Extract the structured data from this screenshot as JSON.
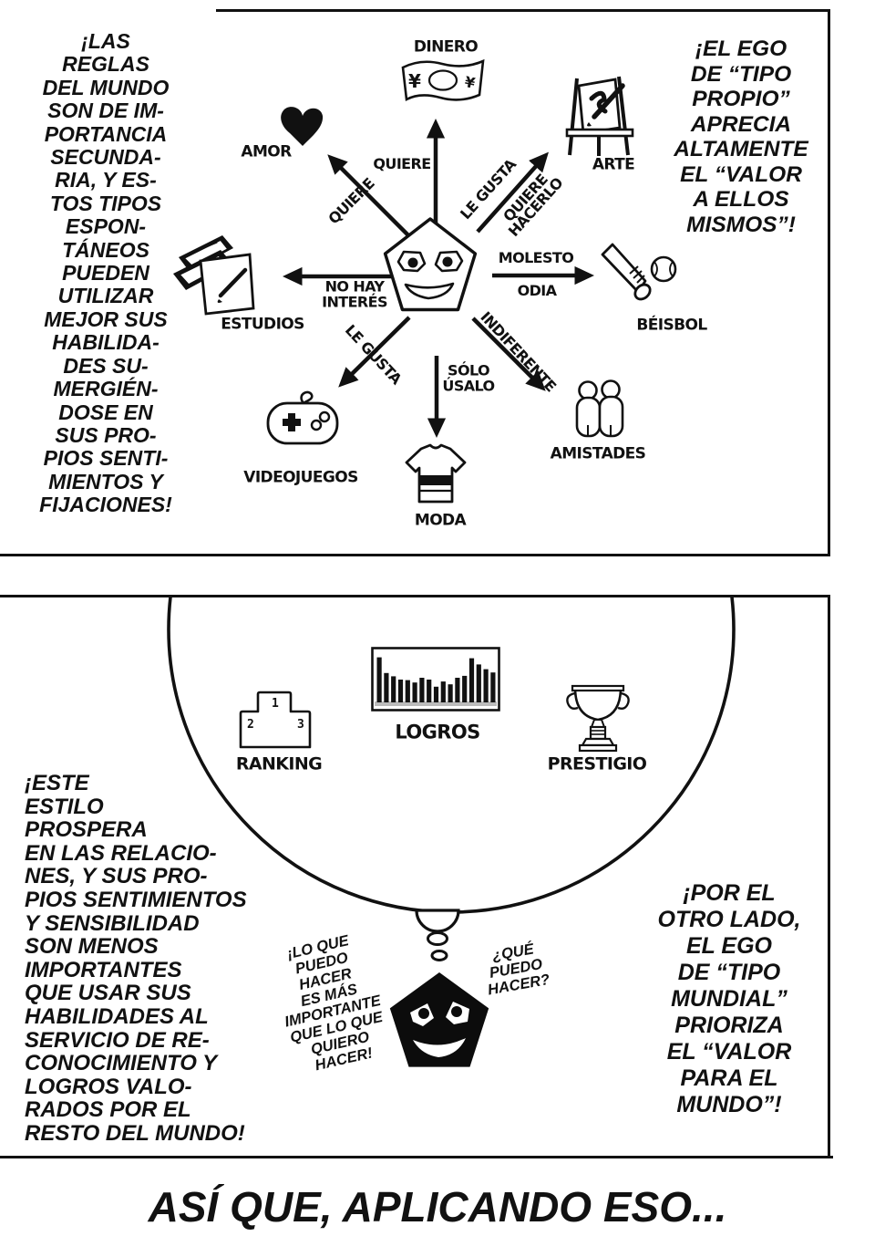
{
  "page": {
    "caption": "ASÍ QUE, APLICANDO ESO...",
    "ink": "#111111",
    "paper": "#ffffff"
  },
  "panel1": {
    "narration_left": [
      "¡LAS",
      "REGLAS",
      "DEL MUNDO",
      "SON DE IM-",
      "PORTANCIA",
      "SECUNDA-",
      "RIA, Y ES-",
      "TOS TIPOS",
      "ESPON-",
      "TÁNEOS",
      "PUEDEN",
      "UTILIZAR",
      "MEJOR SUS",
      "HABILIDA-",
      "DES SU-",
      "MERGIÉN-",
      "DOSE EN",
      "SUS PRO-",
      "PIOS SENTI-",
      "MIENTOS Y",
      "FIJACIONES!"
    ],
    "narration_right": [
      "¡EL EGO",
      "DE “TIPO",
      "PROPIO”",
      "APRECIA",
      "ALTAMENTE",
      "EL “VALOR",
      "A ELLOS",
      "MISMOS”!"
    ],
    "nodes": {
      "dinero": "DINERO",
      "amor": "AMOR",
      "arte": "ARTE",
      "beisbol": "BÉISBOL",
      "estudios": "ESTUDIOS",
      "videojuegos": "VIDEOJUEGOS",
      "moda": "MODA",
      "amistades": "AMISTADES"
    },
    "relations": {
      "dinero": "QUIERE",
      "amor": "QUIERE",
      "arte_a": "LE GUSTA",
      "arte_b": [
        "QUIERE",
        "HACERLO"
      ],
      "beisbol_a": "MOLESTO",
      "beisbol_b": "ODIA",
      "estudios": [
        "NO HAY",
        "INTERÉS"
      ],
      "videojuegos": "LE GUSTA",
      "moda": [
        "SÓLO",
        "ÚSALO"
      ],
      "amistades": "INDIFERENTE"
    },
    "currency_symbol": "¥"
  },
  "panel2": {
    "narration_left": [
      "¡ESTE",
      "ESTILO",
      "PROSPERA",
      "EN LAS RELACIO-",
      "NES, Y SUS PRO-",
      "PIOS SENTIMIENTOS",
      "Y SENSIBILIDAD",
      "SON MENOS",
      "IMPORTANTES",
      "QUE USAR SUS",
      "HABILIDADES AL",
      "SERVICIO DE RE-",
      "CONOCIMIENTO Y",
      "LOGROS VALO-",
      "RADOS POR EL",
      "RESTO DEL MUNDO!"
    ],
    "narration_right": [
      "¡POR EL",
      "OTRO LADO,",
      "EL EGO",
      "DE “TIPO",
      "MUNDIAL”",
      "PRIORIZA",
      "EL “VALOR",
      "PARA EL",
      "MUNDO”!"
    ],
    "thought": {
      "ranking": {
        "label": "RANKING",
        "podium": [
          "1",
          "2",
          "3"
        ]
      },
      "logros": {
        "label": "LOGROS",
        "bars": [
          0.95,
          0.62,
          0.55,
          0.48,
          0.47,
          0.42,
          0.52,
          0.48,
          0.33,
          0.44,
          0.38,
          0.52,
          0.56,
          0.93,
          0.8,
          0.7,
          0.63
        ]
      },
      "prestigio": {
        "label": "PRESTIGIO"
      }
    },
    "mind_left": [
      "¡LO QUE",
      "PUEDO",
      "HACER",
      "ES MÁS",
      "IMPORTANTE",
      "QUE LO QUE",
      "QUIERO",
      "HACER!"
    ],
    "mind_right": [
      "¿QUÉ",
      "PUEDO",
      "HACER?"
    ]
  }
}
